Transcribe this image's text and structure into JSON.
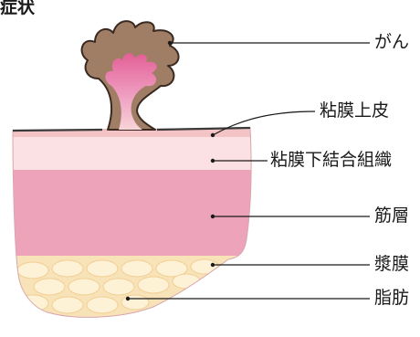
{
  "header": {
    "cut_title": "症状"
  },
  "labels": {
    "cancer": "がん",
    "mucosal_epithelium": "粘膜上皮",
    "submucosa": "粘膜下結合組織",
    "muscle_layer": "筋層",
    "serosa": "漿膜",
    "fat": "脂肪"
  },
  "colors": {
    "tumor_brown": "#a07e66",
    "tumor_pink": "#e35f97",
    "epithelium": "#f4c3c6",
    "submucosa": "#fbe1e4",
    "muscle": "#eda3b9",
    "fat_bg": "#f8e2b8",
    "fat_cell": "#fdf1d6",
    "outline": "#333333"
  }
}
